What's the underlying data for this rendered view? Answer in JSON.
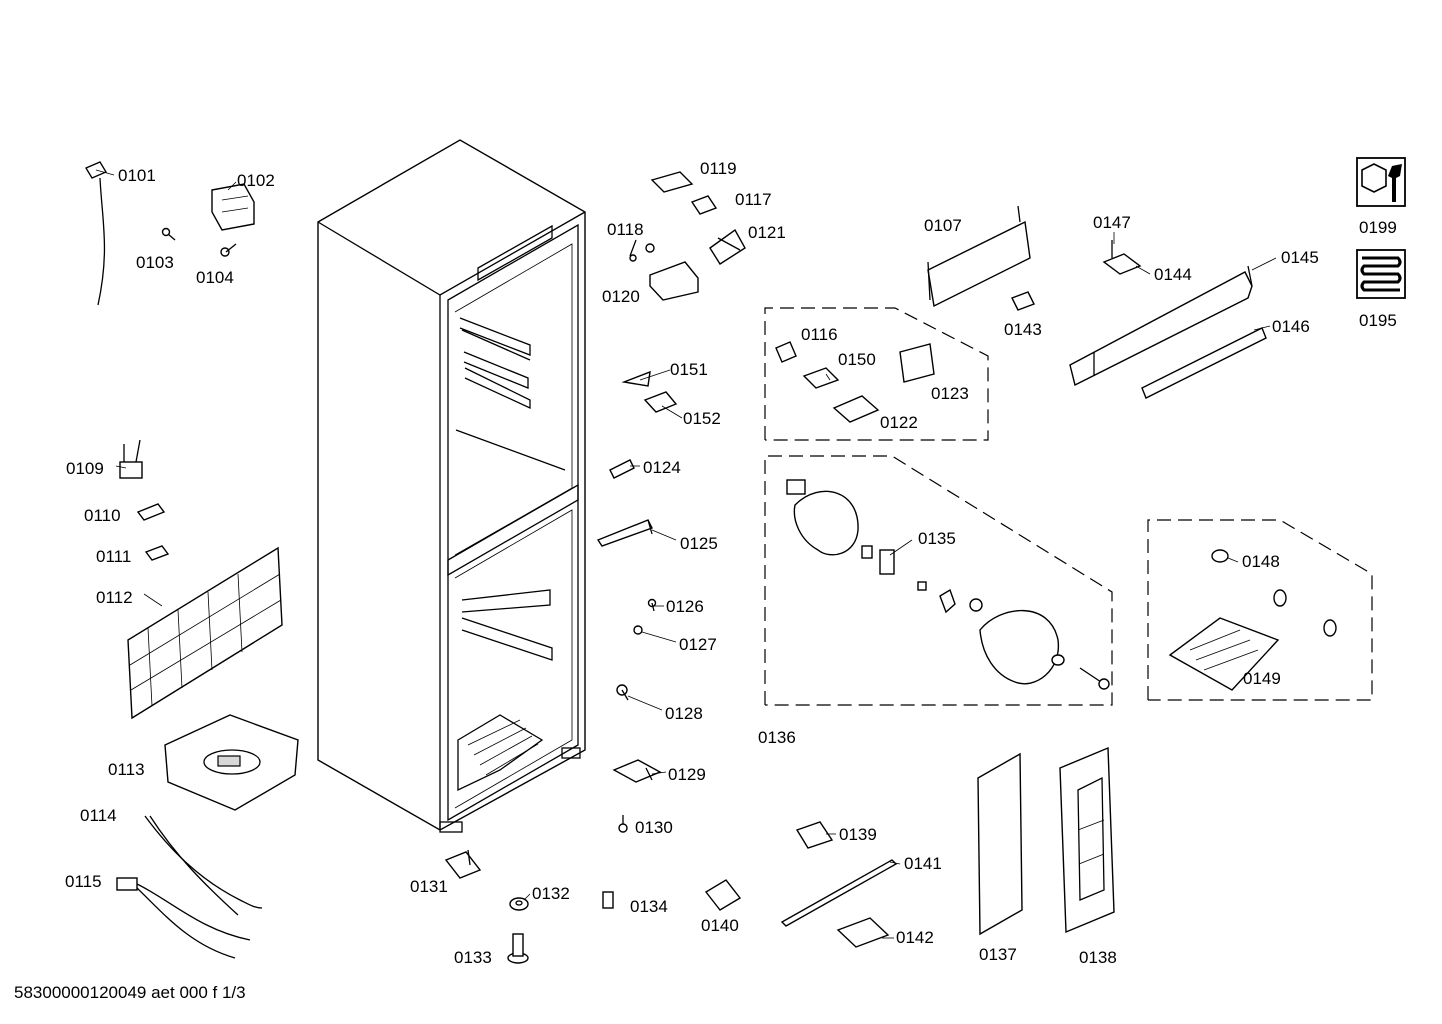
{
  "drawing_id": "58300000120049 aet 000 f 1/3",
  "part_labels": {
    "p0101": "0101",
    "p0102": "0102",
    "p0103": "0103",
    "p0104": "0104",
    "p0107": "0107",
    "p0109": "0109",
    "p0110": "0110",
    "p0111": "0111",
    "p0112": "0112",
    "p0113": "0113",
    "p0114": "0114",
    "p0115": "0115",
    "p0116": "0116",
    "p0117": "0117",
    "p0118": "0118",
    "p0119": "0119",
    "p0120": "0120",
    "p0121": "0121",
    "p0122": "0122",
    "p0123": "0123",
    "p0124": "0124",
    "p0125": "0125",
    "p0126": "0126",
    "p0127": "0127",
    "p0128": "0128",
    "p0129": "0129",
    "p0130": "0130",
    "p0131": "0131",
    "p0132": "0132",
    "p0133": "0133",
    "p0134": "0134",
    "p0135": "0135",
    "p0136": "0136",
    "p0137": "0137",
    "p0138": "0138",
    "p0139": "0139",
    "p0140": "0140",
    "p0141": "0141",
    "p0142": "0142",
    "p0143": "0143",
    "p0144": "0144",
    "p0145": "0145",
    "p0146": "0146",
    "p0147": "0147",
    "p0148": "0148",
    "p0149": "0149",
    "p0150": "0150",
    "p0151": "0151",
    "p0152": "0152",
    "p0195": "0195",
    "p0199": "0199"
  },
  "icons": {
    "p0199": "tool-kit-icon",
    "p0195": "heating-coil-icon"
  }
}
